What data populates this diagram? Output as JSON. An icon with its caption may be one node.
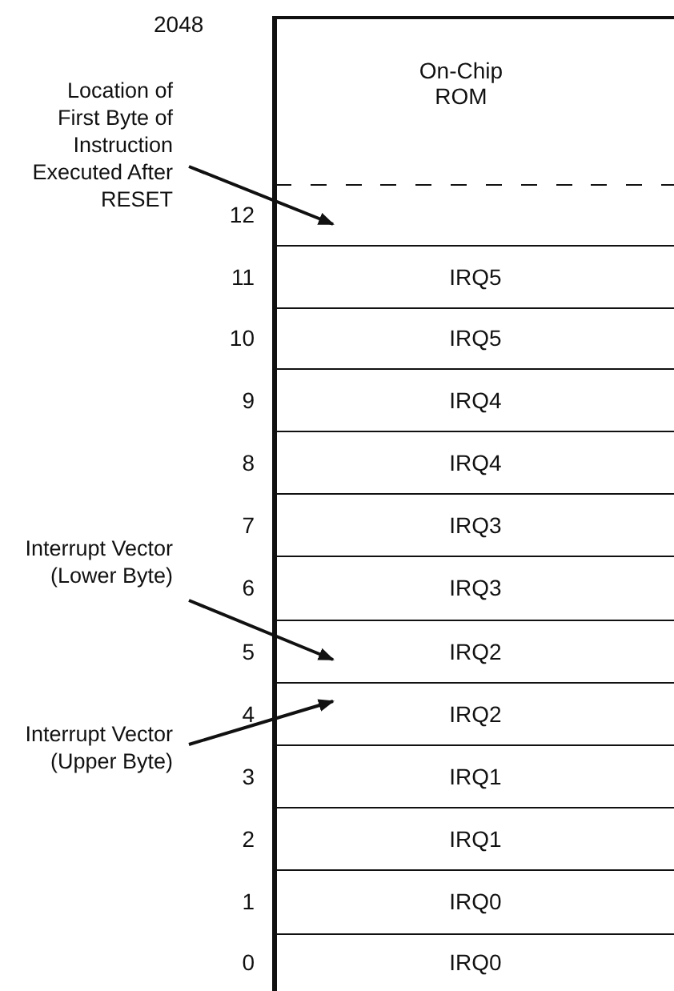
{
  "diagram": {
    "nodes": [
      {
        "text": [
          "On-Chip ROM"
        ]
      },
      {
        "text": [],
        "shape": "box",
        "beside": [
          "12"
        ]
      },
      {
        "text": [
          "IRQ5"
        ],
        "beside": [
          "11"
        ]
      },
      {
        "text": [
          "IRQ5"
        ],
        "beside": [
          "10"
        ]
      },
      {
        "text": [
          "IRQ4"
        ],
        "beside": [
          "9"
        ]
      },
      {
        "text": [
          "IRQ4"
        ],
        "beside": [
          "8"
        ]
      },
      {
        "text": [
          "IRQ3"
        ],
        "beside": [
          "7"
        ]
      },
      {
        "text": [
          "IRQ3"
        ],
        "beside": [
          "6"
        ]
      },
      {
        "text": [
          "IRQ2"
        ],
        "beside": [
          "5"
        ]
      },
      {
        "text": [
          "IRQ2"
        ],
        "beside": [
          "4"
        ]
      },
      {
        "text": [
          "IRQ1"
        ],
        "beside": [
          "3"
        ]
      },
      {
        "text": [
          "IRQ1"
        ],
        "beside": [
          "2"
        ]
      },
      {
        "text": [
          "IRQ0"
        ],
        "beside": [
          "1"
        ]
      },
      {
        "text": [
          "IRQ0"
        ],
        "beside": [
          "0"
        ]
      },
      {
        "text": [
          "Location of First Byte of Instruction Executed After RESET"
        ]
      },
      {
        "text": [
          "Interrupt Vector (Lower Byte)"
        ]
      },
      {
        "text": [
          "Interrupt Vector (Upper Byte)"
        ]
      }
    ],
    "edges": [
      {
        "from": 14,
        "to": 1,
        "arrow": "to"
      },
      {
        "from": 15,
        "to": 8,
        "arrow": "to"
      },
      {
        "from": 16,
        "to": 9,
        "arrow": "to"
      }
    ],
    "labels": [
      "2048"
    ]
  }
}
